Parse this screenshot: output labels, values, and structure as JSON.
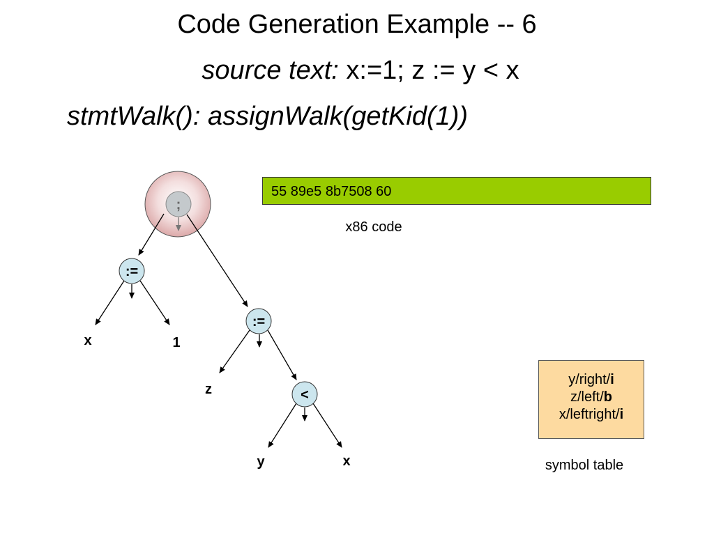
{
  "title": "Code Generation Example -- 6",
  "source": {
    "label": "source text:",
    "text": " x:=1; z := y < x"
  },
  "walk": "stmtWalk(): assignWalk(getKid(1))",
  "tree": {
    "root": ";",
    "assign1": ":=",
    "assign1_left": "x",
    "assign1_right": "1",
    "assign2": ":=",
    "assign2_left": "z",
    "less": "<",
    "less_left": "y",
    "less_right": "x"
  },
  "code": {
    "bytes": "55 89e5 8b7508 60",
    "caption": "x86 code"
  },
  "symbol_table": {
    "rows": [
      {
        "prefix": "y/right/",
        "suffix": "i"
      },
      {
        "prefix": "z/left/",
        "suffix": "b"
      },
      {
        "prefix": "x/leftright/",
        "suffix": "i"
      }
    ],
    "caption": "symbol table"
  },
  "colors": {
    "code_bg": "#99cc00",
    "symbol_bg": "#fddaa0",
    "node_fill": "#cce6ee",
    "highlight": "#e6b7b7"
  }
}
